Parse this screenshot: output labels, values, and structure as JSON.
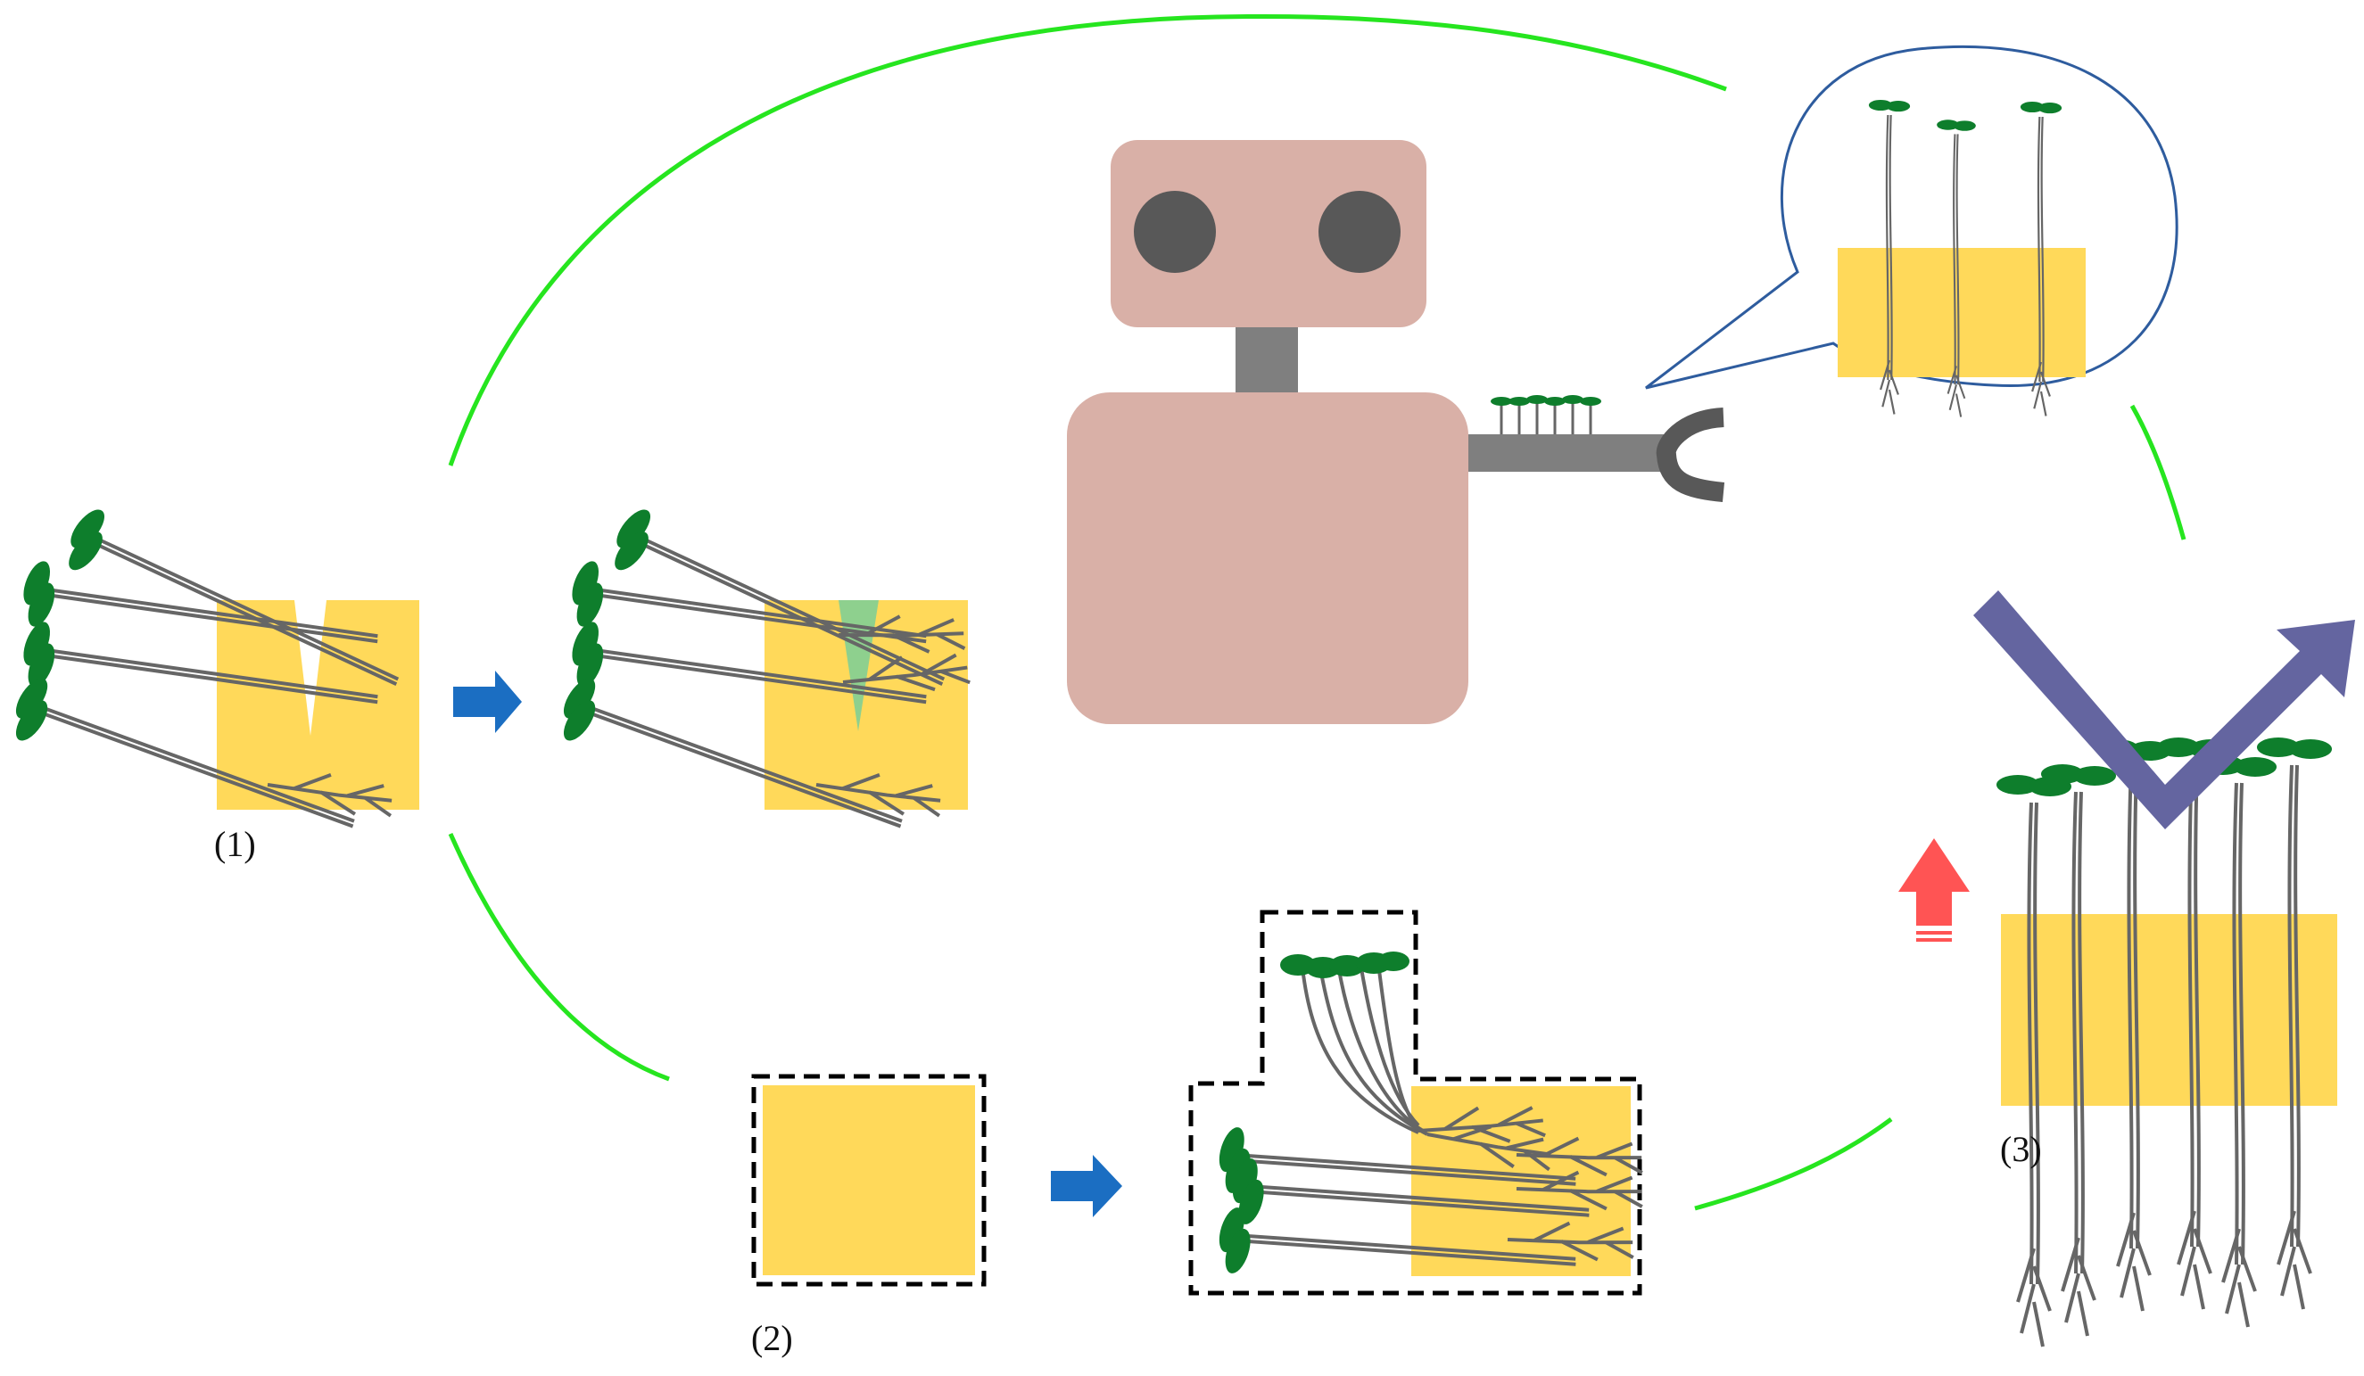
{
  "labels": {
    "step1": "(1)",
    "step2": "(2)",
    "step3": "(3)"
  },
  "colors": {
    "substrate": "#FFD95A",
    "leaf": "#0E7E2C",
    "root": "#666666",
    "cycle_arc": "#26E51F",
    "robot_body": "#D9B0A7",
    "robot_eye": "#585858",
    "robot_arm": "#7F7F7F",
    "process_arrow": "#1B6EC2",
    "growth_arrow": "#FF5454",
    "trend_arrow": "#6465A0",
    "callout_border": "#2E5C9E",
    "dashed_border": "#000000",
    "cut_gel": "#8ED08E"
  }
}
